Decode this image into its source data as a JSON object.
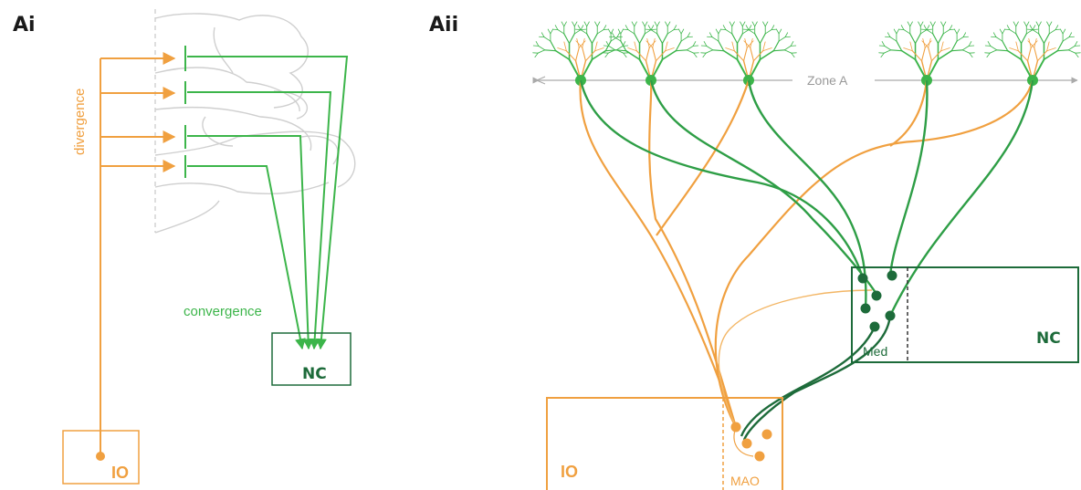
{
  "panels": {
    "ai": {
      "label": "Ai",
      "divergence": "divergence",
      "convergence": "convergence",
      "nc": "NC",
      "io": "IO"
    },
    "aii": {
      "label": "Aii",
      "zone": "Zone A",
      "med": "Med",
      "nc": "NC",
      "io": "IO",
      "mao": "MAO"
    }
  },
  "colors": {
    "orange": "#f0a040",
    "green": "#3cb54a",
    "dark_green": "#1d6b3a",
    "grey_outline": "#c8c8c8",
    "grey_text": "#999999"
  }
}
